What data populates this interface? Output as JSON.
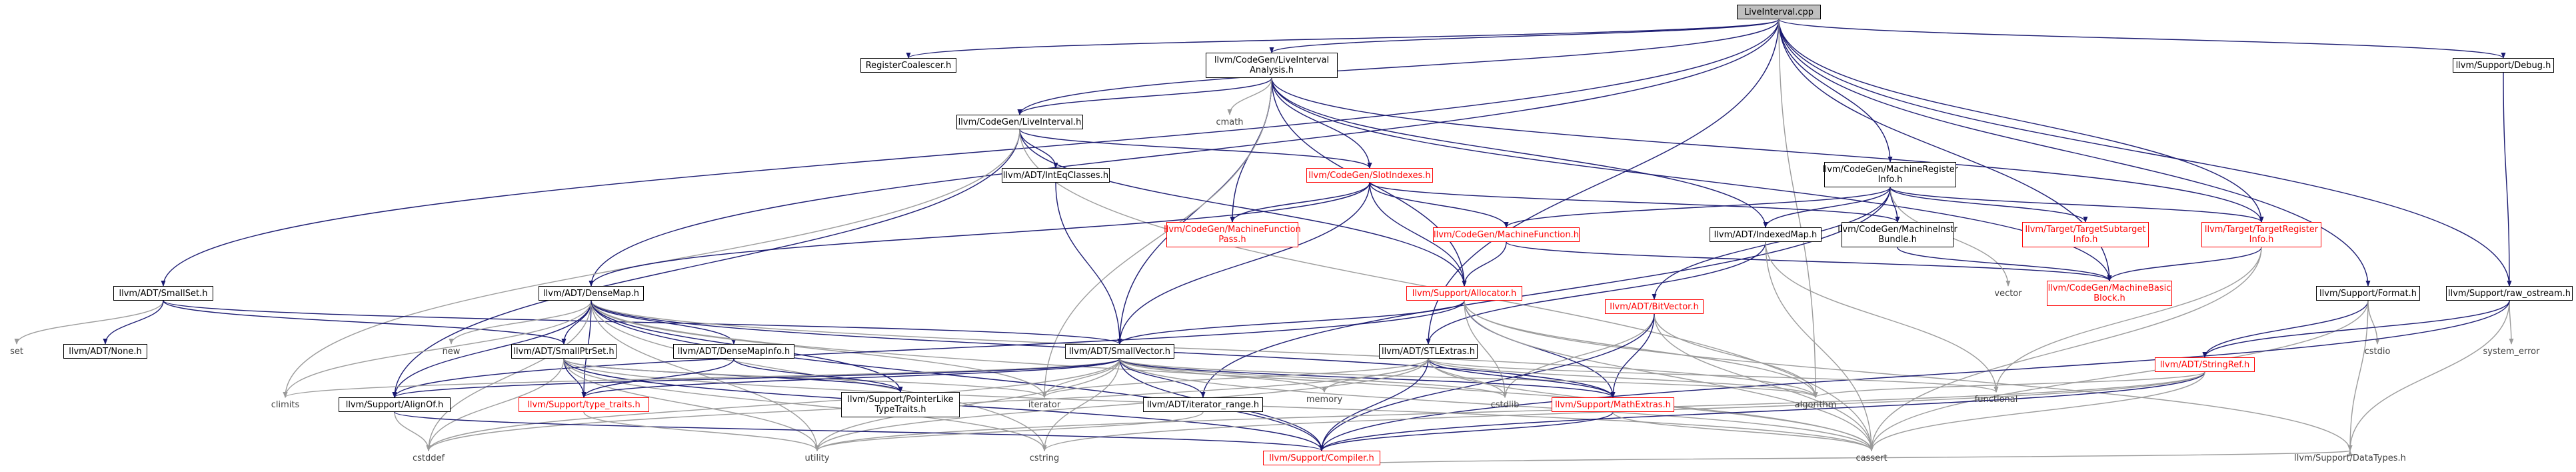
{
  "colors": {
    "edge": "#191970",
    "edge_system": "#9a9a9a",
    "incomplete_border": "#ff0000",
    "root_fill": "#bfbfbf"
  },
  "nodes": {
    "liveinterval_cpp": "LiveInterval.cpp",
    "registercoalescer_h": "RegisterCoalescer.h",
    "livei_analysis_h": "llvm/CodeGen/LiveInterval\nAnalysis.h",
    "support_debug_h": "llvm/Support/Debug.h",
    "cmath": "cmath",
    "codegen_liveinterval_h": "llvm/CodeGen/LiveInterval.h",
    "machinereg_info_h": "llvm/CodeGen/MachineRegister\nInfo.h",
    "intreqclasses_h": "llvm/ADT/IntEqClasses.h",
    "slotindexes_h": "llvm/CodeGen/SlotIndexes.h",
    "machinefunctionpass_h": "llvm/CodeGen/MachineFunction\nPass.h",
    "machinefunction_h": "llvm/CodeGen/MachineFunction.h",
    "indexedmap_h": "llvm/ADT/IndexedMap.h",
    "machineinstrbundle_h": "llvm/CodeGen/MachineInstr\nBundle.h",
    "targetsubtarget_h": "llvm/Target/TargetSubtarget\nInfo.h",
    "targetregister_h": "llvm/Target/TargetRegister\nInfo.h",
    "machinebasicblock_h": "llvm/CodeGen/MachineBasic\nBlock.h",
    "vector": "vector",
    "smallset_h": "llvm/ADT/SmallSet.h",
    "densemap_h": "llvm/ADT/DenseMap.h",
    "allocator_h": "llvm/Support/Allocator.h",
    "bitvector_h": "llvm/ADT/BitVector.h",
    "format_h": "llvm/Support/Format.h",
    "raw_ostream_h": "llvm/Support/raw_ostream.h",
    "set": "set",
    "none_h": "llvm/ADT/None.h",
    "new": "new",
    "smallptrset_h": "llvm/ADT/SmallPtrSet.h",
    "densemapinfo_h": "llvm/ADT/DenseMapInfo.h",
    "smallvector_h": "llvm/ADT/SmallVector.h",
    "stlextras_h": "llvm/ADT/STLExtras.h",
    "stringref_h": "llvm/ADT/StringRef.h",
    "cstdio": "cstdio",
    "system_error": "system_error",
    "climits": "climits",
    "alignof_h": "llvm/Support/AlignOf.h",
    "type_traits_h": "llvm/Support/type_traits.h",
    "pointerliketypetraits_h": "llvm/Support/PointerLike\nTypeTraits.h",
    "iterator": "iterator",
    "iterator_range_h": "llvm/ADT/iterator_range.h",
    "memory": "memory",
    "cstdlib": "cstdlib",
    "mathextras_h": "llvm/Support/MathExtras.h",
    "algorithm": "algorithm",
    "functional": "functional",
    "cstddef": "cstddef",
    "utility": "utility",
    "cstring": "cstring",
    "compiler_h": "llvm/Support/Compiler.h",
    "cassert": "cassert",
    "datatypes_h": "llvm/Support/DataTypes.h"
  }
}
